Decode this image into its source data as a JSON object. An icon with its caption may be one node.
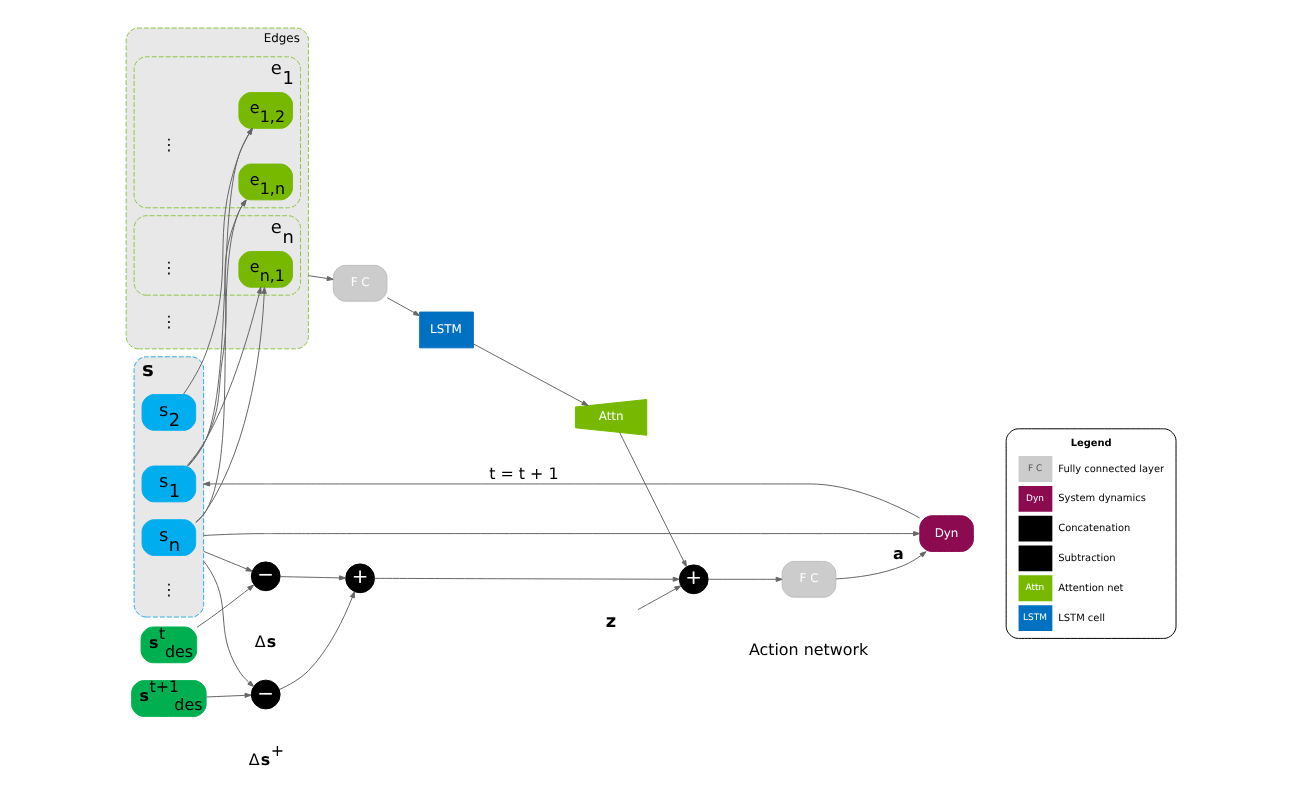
{
  "diagram": {
    "nodes": [
      {
        "text": [
          "**s**"
        ]
      },
      {
        "text": [
          "s$_{1}$"
        ],
        "in": 0
      },
      {
        "text": [
          "s$_{2}$"
        ],
        "in": 0
      },
      {
        "text": [
          "s$_{n}$"
        ],
        "in": 0
      },
      {
        "text": [
          "Edges"
        ]
      },
      {
        "text": [
          "e$_{1}$"
        ],
        "in": 4
      },
      {
        "text": [
          "e$_{1,2}$"
        ],
        "in": 5
      },
      {
        "text": [
          "e$_{1,n}$"
        ],
        "in": 5
      },
      {
        "text": [
          "e$_{n}$"
        ],
        "in": 4
      },
      {
        "text": [
          "e$_{n,1}$"
        ],
        "in": 8
      },
      {
        "text": [
          "F C"
        ]
      },
      {
        "text": [
          "LSTM"
        ]
      },
      {
        "text": [
          "Attn"
        ]
      },
      {
        "text": [
          "**z**"
        ]
      },
      {
        "text": [
          "+"
        ]
      },
      {
        "text": [
          "F C"
        ],
        "beside": [
          "Action network"
        ]
      },
      {
        "text": [
          "Dyn"
        ]
      },
      {
        "text": [
          "**s**$^{t}$$_{des}$"
        ]
      },
      {
        "text": [
          "**s**$^{t+1}$$_{des}$"
        ]
      },
      {
        "text": [
          "−"
        ],
        "beside": [
          "Δ**s**"
        ]
      },
      {
        "text": [
          "−"
        ],
        "beside": [
          "Δ**s**$^{+}$"
        ]
      },
      {
        "text": [
          "+"
        ]
      }
    ],
    "edges": [
      {
        "from": 1,
        "to": 6,
        "arrow": "to"
      },
      {
        "from": 1,
        "to": 7,
        "arrow": "to"
      },
      {
        "from": 1,
        "to": 9,
        "arrow": "to"
      },
      {
        "from": 2,
        "to": 6,
        "arrow": "to"
      },
      {
        "from": 3,
        "to": 7,
        "arrow": "to"
      },
      {
        "from": 3,
        "to": 9,
        "arrow": "to"
      },
      {
        "from": 4,
        "to": 10,
        "arrow": "to"
      },
      {
        "from": 10,
        "to": 11,
        "arrow": "to"
      },
      {
        "from": 11,
        "to": 12,
        "arrow": "to"
      },
      {
        "from": 12,
        "to": 14,
        "arrow": "to"
      },
      {
        "from": 13,
        "to": 14,
        "arrow": "to"
      },
      {
        "from": 14,
        "to": 15,
        "arrow": "to"
      },
      {
        "from": 15,
        "to": 16,
        "label": "**a**",
        "arrow": "to"
      },
      {
        "from": 16,
        "to": 0,
        "label": "t = t + 1",
        "arrow": "to"
      },
      {
        "from": 0,
        "to": 16,
        "arrow": "to"
      },
      {
        "from": 0,
        "to": 19,
        "arrow": "to"
      },
      {
        "from": 0,
        "to": 20,
        "arrow": "to"
      },
      {
        "from": 17,
        "to": 19,
        "arrow": "to"
      },
      {
        "from": 18,
        "to": 20,
        "arrow": "to"
      },
      {
        "from": 19,
        "to": 21,
        "arrow": "to"
      },
      {
        "from": 20,
        "to": 21,
        "arrow": "to"
      },
      {
        "from": 21,
        "to": 14,
        "arrow": "to"
      }
    ],
    "labels": [
      "⋮",
      "⋮",
      "⋮",
      "⋮",
      "Legend",
      "F C",
      "Dyn",
      "Attn",
      "LSTM"
    ],
    "legend": [
      {
        "text": "Fully connected layer",
        "color": "#cccccc"
      },
      {
        "text": "System dynamics",
        "color": "#8b0a50"
      },
      {
        "text": "Concatenation",
        "color": "#000000"
      },
      {
        "text": "Subtraction",
        "color": "#000000"
      },
      {
        "text": "Attention net",
        "color": "#76b900"
      },
      {
        "text": "LSTM cell",
        "color": "#0070c0"
      }
    ]
  }
}
